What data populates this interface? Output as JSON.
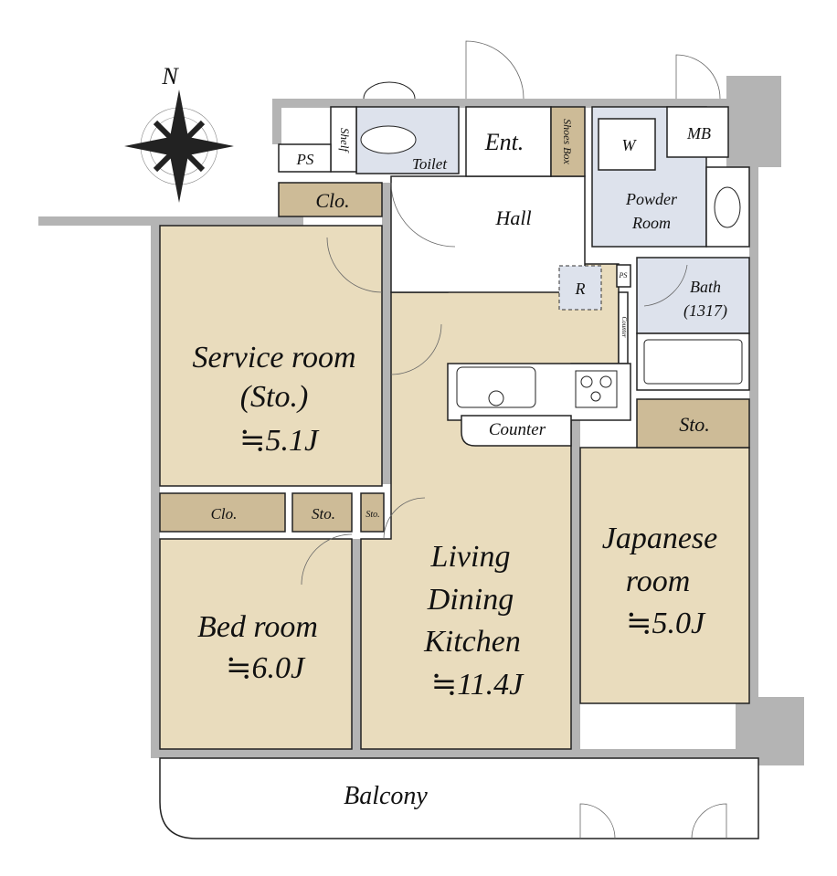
{
  "compass": {
    "north_label": "N"
  },
  "rooms": {
    "service_room": {
      "name": "Service room",
      "sub": "(Sto.)",
      "size": "≒5.1J"
    },
    "bed_room": {
      "name": "Bed room",
      "size": "≒6.0J"
    },
    "ldk": {
      "line1": "Living",
      "line2": "Dining",
      "line3": "Kitchen",
      "size": "≒11.4J"
    },
    "japanese_room": {
      "line1": "Japanese",
      "line2": "room",
      "size": "≒5.0J"
    },
    "balcony": "Balcony",
    "hall": "Hall",
    "entrance": "Ent.",
    "shoes_box": "Shoes Box",
    "toilet": "Toilet",
    "shelf": "Shelf",
    "ps_top": "PS",
    "ps_kitchen": "PS",
    "clo_top": "Clo.",
    "clo_mid": "Clo.",
    "sto_mid": "Sto.",
    "sto_small": "Sto.",
    "sto_right": "Sto.",
    "washer": "W",
    "mb": "MB",
    "powder_room": {
      "line1": "Powder",
      "line2": "Room"
    },
    "bath": {
      "line1": "Bath",
      "line2": "(1317)"
    },
    "refrigerator": "R",
    "counter": "Counter",
    "counter_small": "Counter"
  },
  "colors": {
    "wall": "#b4b4b4",
    "room": "#e9dcbd",
    "closet": "#cdbb97",
    "wet": "#dde2ec"
  }
}
